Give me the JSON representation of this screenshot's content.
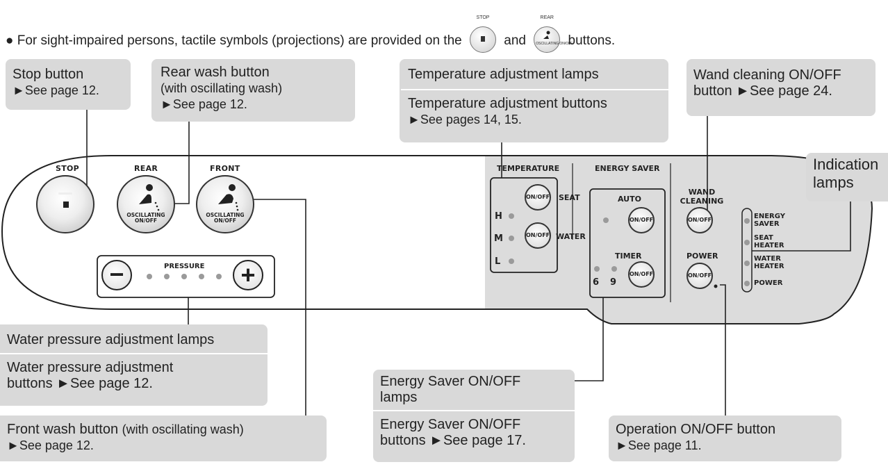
{
  "intro": {
    "prefix": "● For sight-impaired persons, tactile symbols (projections) are provided on the",
    "and": "and",
    "suffix": "buttons.",
    "stop_icon_label": "STOP",
    "rear_icon_label": "REAR",
    "rear_icon_sub": "OSCILLATING ON/OFF"
  },
  "callouts": {
    "stop": {
      "title": "Stop button",
      "ref": "►See page 12."
    },
    "rear": {
      "title": "Rear wash button",
      "sub": "(with oscillating wash)",
      "ref": "►See page 12."
    },
    "temp": {
      "lamps": "Temperature adjustment lamps",
      "buttons": "Temperature adjustment buttons",
      "ref": "►See pages 14, 15."
    },
    "wand": {
      "line1": "Wand cleaning ON/OFF",
      "line2": "button   ►See page 24."
    },
    "indication": {
      "line1": "Indication",
      "line2": "lamps"
    },
    "pressure": {
      "lamps": "Water pressure adjustment lamps",
      "buttons1": "Water pressure adjustment",
      "buttons2": "buttons   ►See page 12."
    },
    "front": {
      "title": "Front wash button ",
      "sub": "(with oscillating wash)",
      "ref": "►See page 12."
    },
    "energy": {
      "lamps1": "Energy Saver ON/OFF",
      "lamps2": "lamps",
      "buttons1": "Energy Saver ON/OFF",
      "buttons2": "buttons   ►See page 17."
    },
    "operation": {
      "title": "Operation ON/OFF button",
      "ref": "►See page 11."
    }
  },
  "panel": {
    "stop_label": "STOP",
    "rear_label": "REAR",
    "front_label": "FRONT",
    "oscillating": "OSCILLATING ON/OFF",
    "pressure_label": "PRESSURE",
    "minus": "−",
    "plus": "+",
    "temperature_label": "TEMPERATURE",
    "seat": "SEAT",
    "water": "WATER",
    "h": "H",
    "m": "M",
    "l": "L",
    "onoff": "ON/OFF",
    "energy_label": "ENERGY SAVER",
    "auto": "AUTO",
    "timer": "TIMER",
    "six": "6",
    "nine": "9",
    "wand_label": "WAND CLEANING",
    "power_label": "POWER",
    "ind_energy": "ENERGY SAVER",
    "ind_seat": "SEAT HEATER",
    "ind_water": "WATER HEATER",
    "ind_power": "POWER"
  }
}
